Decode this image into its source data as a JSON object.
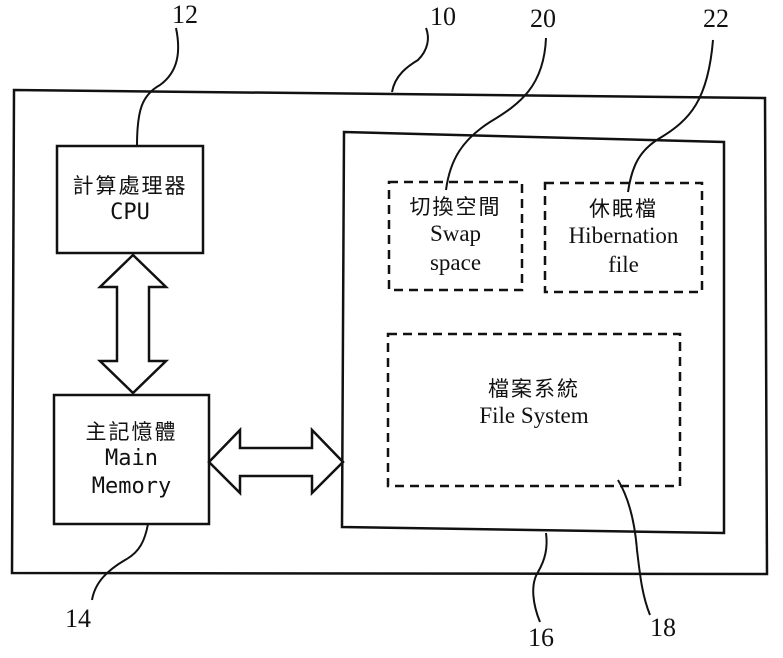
{
  "refs": {
    "system": "10",
    "cpu": "12",
    "memory": "14",
    "storage": "16",
    "filesystem": "18",
    "swap": "20",
    "hibernation": "22"
  },
  "cpu": {
    "zh": "計算處理器",
    "en": "CPU"
  },
  "memory": {
    "zh": "主記憶體",
    "en_line1": "Main",
    "en_line2": "Memory"
  },
  "swap": {
    "zh": "切換空間",
    "en_line1": "Swap",
    "en_line2": "space"
  },
  "hibernation": {
    "zh": "休眠檔",
    "en_line1": "Hibernation",
    "en_line2": "file"
  },
  "filesystem": {
    "zh": "檔案系統",
    "en": "File System"
  }
}
